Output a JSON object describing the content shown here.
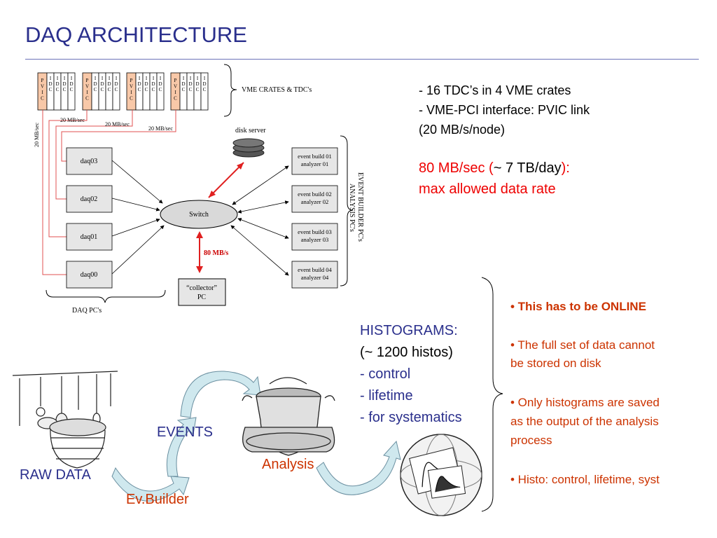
{
  "title": "DAQ ARCHITECTURE",
  "diagram": {
    "pvic_label": [
      "P",
      "V",
      "I",
      "C"
    ],
    "tdc_label": [
      "I",
      "D",
      "C"
    ],
    "vme_crates_label": "VME CRATES & TDC's",
    "link_rates": [
      "20 MB/sec",
      "20 MB/sec",
      "20 MB/sec",
      "20 MB/sec"
    ],
    "disk_server_label": "disk server",
    "daq_pcs": [
      "daq03",
      "daq02",
      "daq01",
      "daq00"
    ],
    "daq_pcs_label": "DAQ PC's",
    "switch_label": "Switch",
    "collector_label": [
      "“collector”",
      "PC"
    ],
    "collector_rate": "80 MB/s",
    "event_builders": [
      [
        "event build 01",
        "analyzer 01"
      ],
      [
        "event build 02",
        "analyzer 02"
      ],
      [
        "event build 03",
        "analyzer 03"
      ],
      [
        "event build 04",
        "analyzer 04"
      ]
    ],
    "event_builder_group_label": [
      "EVENT BUILDER PC's",
      "ANALYSIS PC's"
    ]
  },
  "notes": {
    "line1": "- 16 TDC’s in 4 VME crates",
    "line2": "- VME-PCI interface: PVIC link",
    "line3": "(20 MB/s/node)",
    "rate_prefix": "80 MB/sec (",
    "rate_value": "~ 7 TB/day",
    "rate_suffix": "):",
    "rate_line2": "max allowed data rate"
  },
  "histograms": {
    "title": "HISTOGRAMS:",
    "count": "(~ 1200 histos)",
    "items": [
      "- control",
      "- lifetime",
      "- for systematics"
    ]
  },
  "bullets": {
    "b1": "• This has to be ONLINE",
    "b2a": "• The full set of data cannot",
    "b2b": "be stored on disk",
    "b3a": "• Only histograms are saved",
    "b3b": "as the output of the analysis",
    "b3c": "process",
    "b4": "• Histo: control, lifetime, syst"
  },
  "flow": {
    "raw_data": "RAW DATA",
    "ev_builder": "Ev.Builder",
    "events": "EVENTS",
    "analysis": "Analysis"
  },
  "colors": {
    "title": "#2a2f8c",
    "red": "#ee0000",
    "orange": "#cc3300",
    "arrow_fill": "#cfe8ee"
  }
}
